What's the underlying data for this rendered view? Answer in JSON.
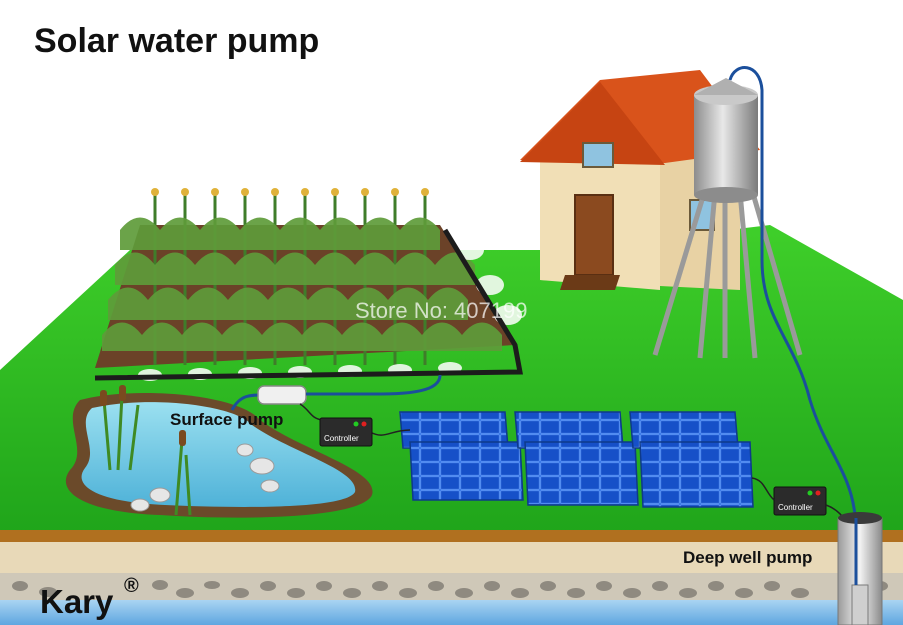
{
  "title": "Solar water pump",
  "labels": {
    "surface_pump": "Surface pump",
    "deep_well_pump": "Deep well pump",
    "controller_left": "Controller",
    "controller_right": "Controller"
  },
  "brand": {
    "name": "Kary",
    "mark": "®"
  },
  "watermark": "Store No: 407199",
  "colors": {
    "grass": "#22c21e",
    "soil": "#6b4228",
    "water": "#7fd0e6",
    "panel": "#1f5fd8",
    "roof": "#d9531b",
    "wall": "#f1dfb6"
  }
}
